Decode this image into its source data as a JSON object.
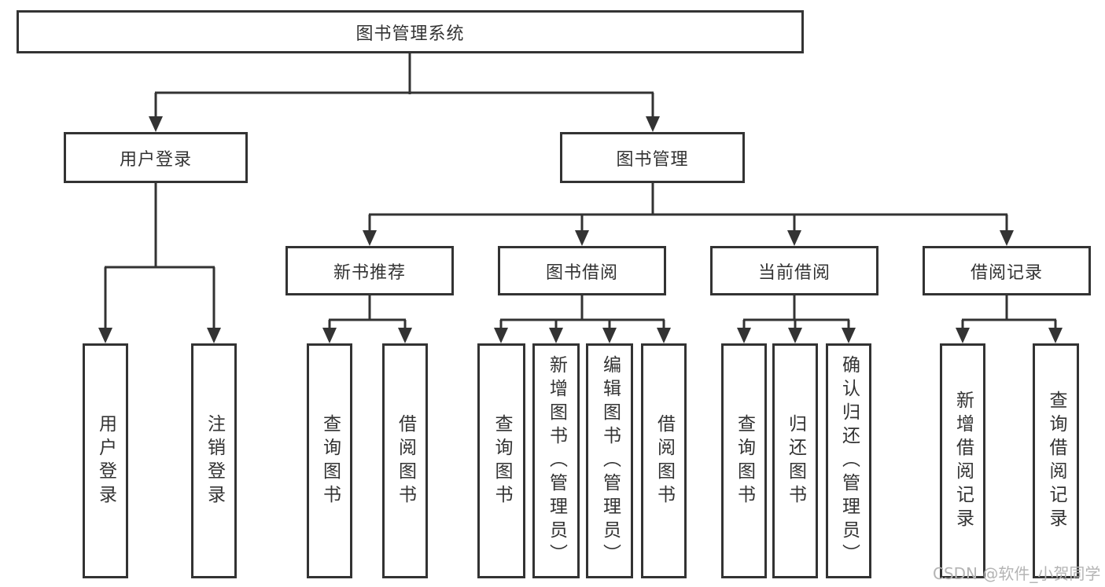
{
  "tree": {
    "root": {
      "label": "图书管理系统"
    },
    "branches": [
      {
        "label": "用户登录",
        "children": [
          {
            "label": "用户登录"
          },
          {
            "label": "注销登录"
          }
        ]
      },
      {
        "label": "图书管理",
        "children": [
          {
            "label": "新书推荐",
            "children": [
              {
                "label": "查询图书"
              },
              {
                "label": "借阅图书"
              }
            ]
          },
          {
            "label": "图书借阅",
            "children": [
              {
                "label": "查询图书"
              },
              {
                "label": "新增图书（管理员）"
              },
              {
                "label": "编辑图书（管理员）"
              },
              {
                "label": "借阅图书"
              }
            ]
          },
          {
            "label": "当前借阅",
            "children": [
              {
                "label": "查询图书"
              },
              {
                "label": "归还图书"
              },
              {
                "label": "确认归还（管理员）"
              }
            ]
          },
          {
            "label": "借阅记录",
            "children": [
              {
                "label": "新增借阅记录"
              },
              {
                "label": "查询借阅记录"
              }
            ]
          }
        ]
      }
    ]
  },
  "watermark": "CSDN @软件_小贺同学",
  "colors": {
    "line": "#333333",
    "text": "#333333",
    "background": "#ffffff",
    "watermark": "#b4b4b4"
  }
}
